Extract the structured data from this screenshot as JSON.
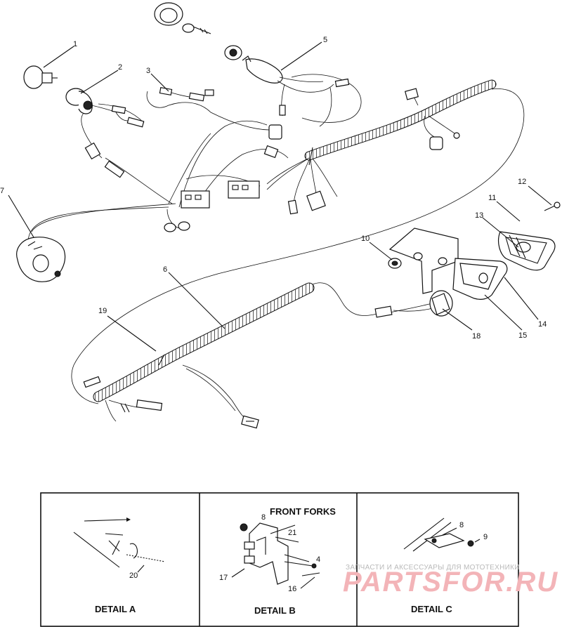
{
  "callouts": [
    {
      "id": "1",
      "label": "1"
    },
    {
      "id": "2",
      "label": "2"
    },
    {
      "id": "3",
      "label": "3"
    },
    {
      "id": "5",
      "label": "5"
    },
    {
      "id": "6",
      "label": "6"
    },
    {
      "id": "7",
      "label": "7"
    },
    {
      "id": "10",
      "label": "10"
    },
    {
      "id": "11",
      "label": "11"
    },
    {
      "id": "12",
      "label": "12"
    },
    {
      "id": "13",
      "label": "13"
    },
    {
      "id": "14",
      "label": "14"
    },
    {
      "id": "15",
      "label": "15"
    },
    {
      "id": "18",
      "label": "18"
    },
    {
      "id": "19",
      "label": "19"
    }
  ],
  "details": {
    "a": {
      "title": "DETAIL A",
      "callouts": [
        "20"
      ]
    },
    "b": {
      "title": "DETAIL B",
      "heading": "FRONT FORKS",
      "callouts": [
        "8",
        "21",
        "4",
        "17",
        "16"
      ]
    },
    "c": {
      "title": "DETAIL C",
      "callouts": [
        "8",
        "9"
      ]
    }
  },
  "watermark": {
    "caption": "ЗАПЧАСТИ И АКСЕССУАРЫ ДЛЯ МОТОТЕХНИКИ",
    "brand": "PARTSFOR.RU"
  }
}
